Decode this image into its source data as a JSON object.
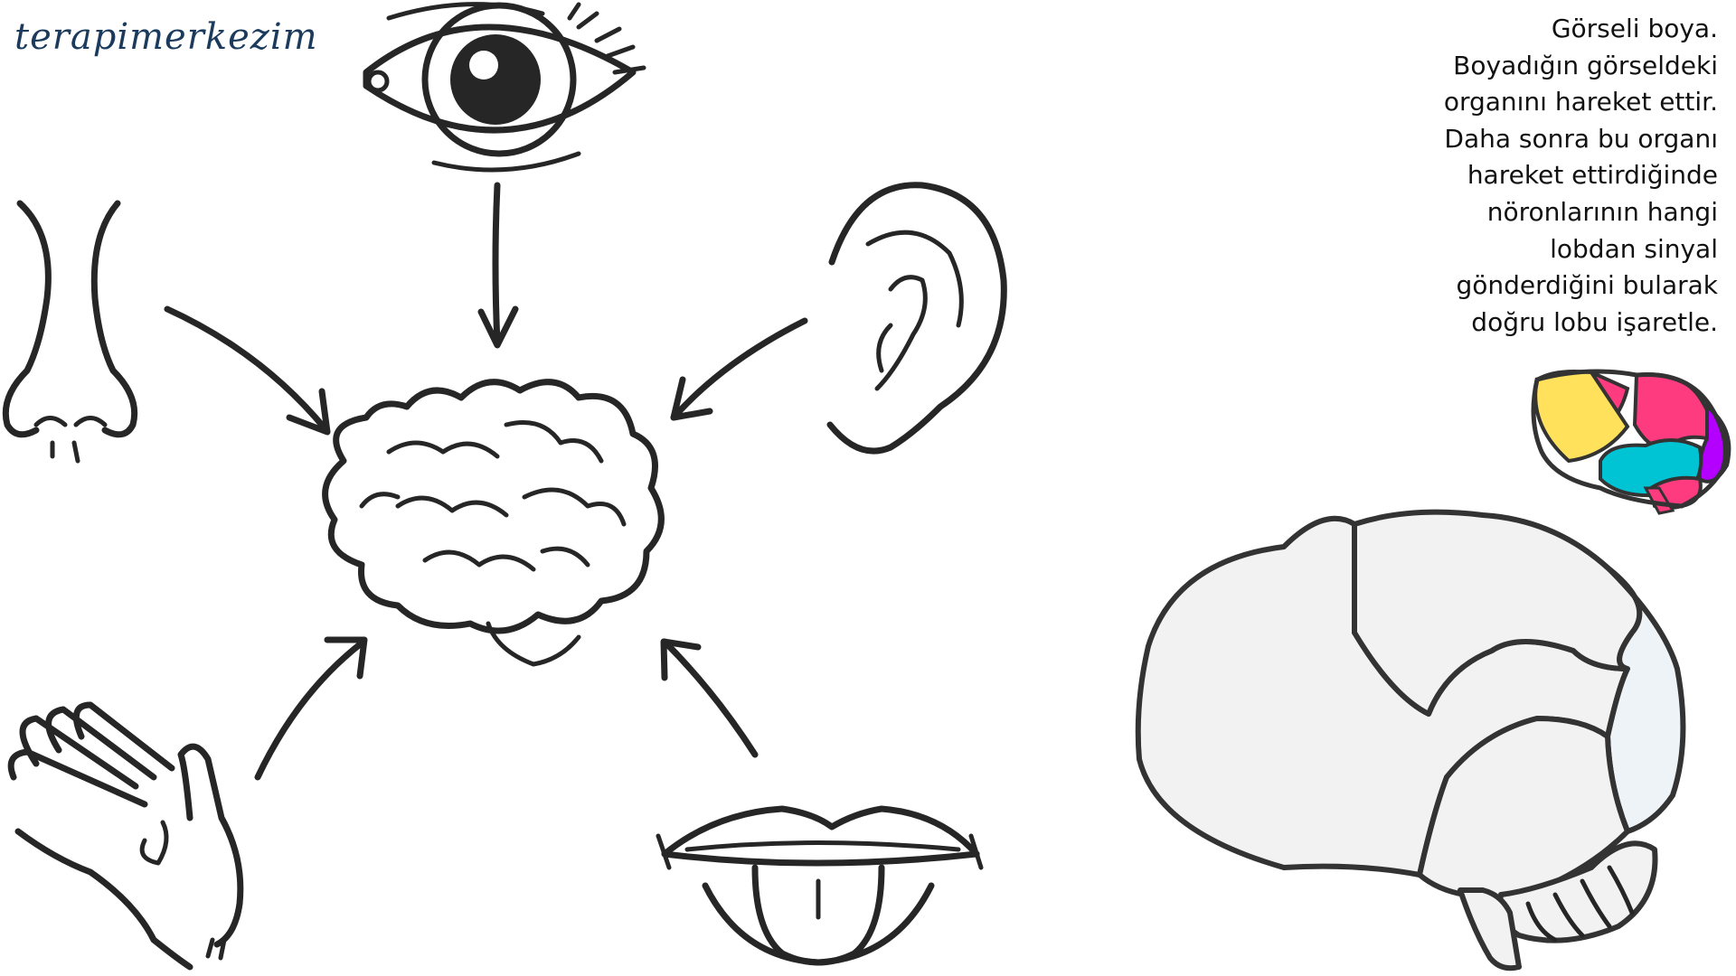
{
  "brand": {
    "logo_text": "terapimerkezim"
  },
  "instructions": {
    "lines": [
      "Görseli boya.",
      "Boyadığın görseldeki",
      "organını hareket ettir.",
      "Daha sonra bu organı",
      "hareket ettirdiğinde",
      "nöronlarının hangi",
      "lobdan sinyal",
      "gönderdiğini bularak",
      "doğru lobu işaretle."
    ]
  },
  "icons": [
    "eye-icon",
    "nose-icon",
    "ear-icon",
    "brain-icon",
    "hand-icon",
    "mouth-icon",
    "brain-reference-icon",
    "brain-outline-icon"
  ],
  "colors": {
    "ink": "#262626",
    "logo": "#1b3a5c",
    "frontal_lobe": "#ffe15c",
    "parietal_lobe": "#ff3b80",
    "occipital_lobe": "#b300ff",
    "temporal_lobe": "#00c4d4",
    "cerebellum": "#ff3b80",
    "outline_lobe_fill": "#f2f2f2",
    "occipital_outline_fill": "#eef3f8"
  }
}
